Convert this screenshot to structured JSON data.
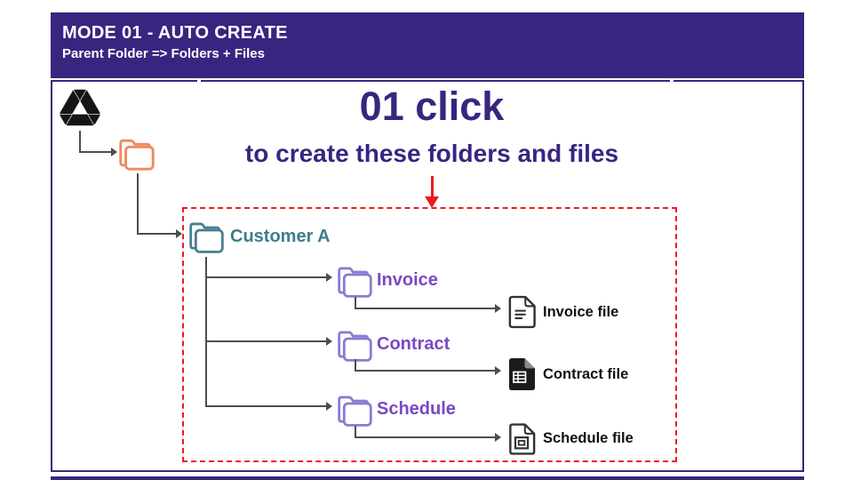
{
  "slide": {
    "header": {
      "title": "MODE 01 - AUTO CREATE",
      "subtitle": "Parent Folder => Folders + Files"
    },
    "hero": {
      "title": "01 click",
      "subtitle": "to create these folders and files"
    },
    "tree": {
      "root_label": "Customer A",
      "folders": [
        {
          "label": "Invoice",
          "file_label": "Invoice file",
          "file_type": "document"
        },
        {
          "label": "Contract",
          "file_label": "Contract file",
          "file_type": "spreadsheet"
        },
        {
          "label": "Schedule",
          "file_label": "Schedule file",
          "file_type": "presentation"
        }
      ]
    },
    "colors": {
      "purple_dark": "#392580",
      "teal": "#47808F",
      "folder_purple": "#8B7BD3",
      "label_purple": "#7A48C3",
      "orange": "#EF8A5E",
      "red": "#EC1C1C",
      "line_gray": "#4D4D4D"
    }
  }
}
